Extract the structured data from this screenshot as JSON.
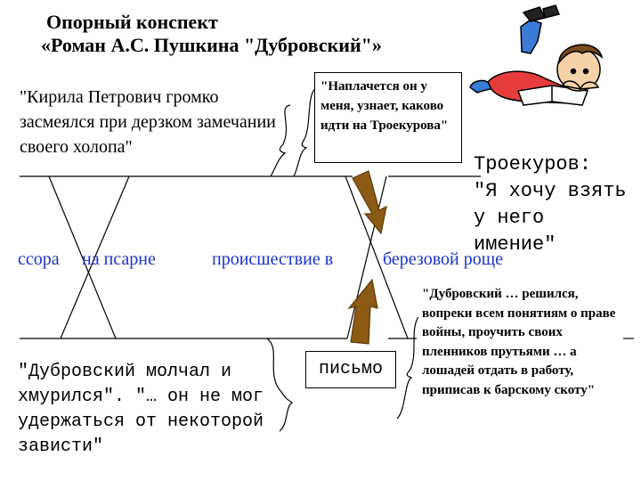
{
  "title": {
    "line1": "Опорный конспект",
    "line2": "«Роман А.С. Пушкина \"Дубровский\"»"
  },
  "quotes": {
    "kirila": "\"Кирила Петрович громко засмеялся при дерзком замечании своего холопа\"",
    "troekurov_box": "\"Наплачется он у меня, узнает, каково идти на Троекурова\"",
    "troekurov_speaker": "Троекуров:",
    "troekurov_speech": "\"Я хочу взять у него имение\"",
    "molchal": "\"Дубровский молчал и хмурился\". \"… он не мог удержаться от некоторой зависти\"",
    "dubrovsky": "\"Дубровский … решился, вопреки всем понятиям о праве войны, проучить своих пленников прутьями … а лошадей отдать в работу, приписав к барскому скоту\""
  },
  "events": {
    "ssora": "ссора",
    "psarne": "на псарне",
    "proisshestvie": "происшествие в",
    "roshche": "березовой роще",
    "pismo": "письмо"
  },
  "colors": {
    "event_text": "#1a33c8",
    "arrow": "#8b5a14",
    "arrow_edge": "#5c3a08"
  },
  "icons": {
    "illustration": "boy-reading-book"
  }
}
